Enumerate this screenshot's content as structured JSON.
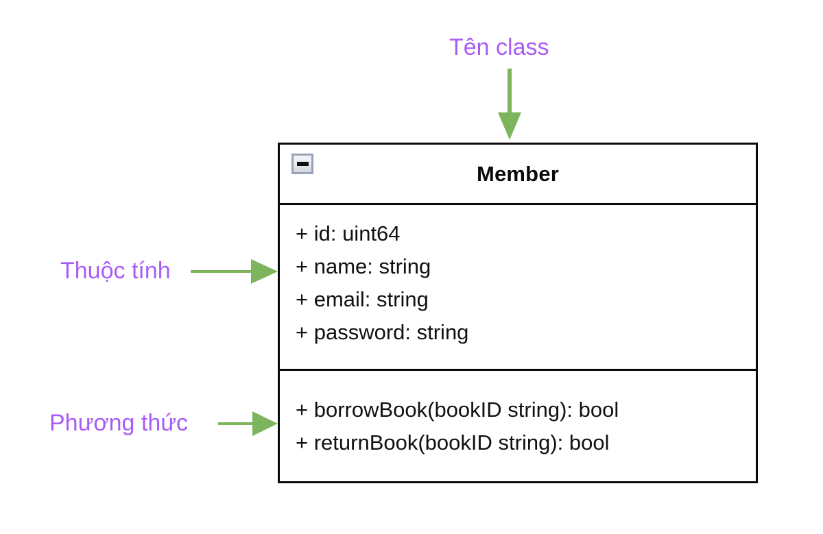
{
  "colors": {
    "annotation_text": "#a95cf5",
    "arrow": "#7db45e",
    "box_border": "#0b0b0b",
    "background": "#ffffff",
    "button_border": "#97a3b8"
  },
  "annotations": {
    "class_name_label": "Tên class",
    "attributes_label": "Thuộc tính",
    "methods_label": "Phương thức"
  },
  "uml_class": {
    "name": "Member",
    "collapse_button_state": "minus",
    "attributes": [
      "+ id: uint64",
      "+ name: string",
      "+ email: string",
      "+ password: string"
    ],
    "methods": [
      "+ borrowBook(bookID string): bool",
      "+ returnBook(bookID string): bool"
    ]
  }
}
